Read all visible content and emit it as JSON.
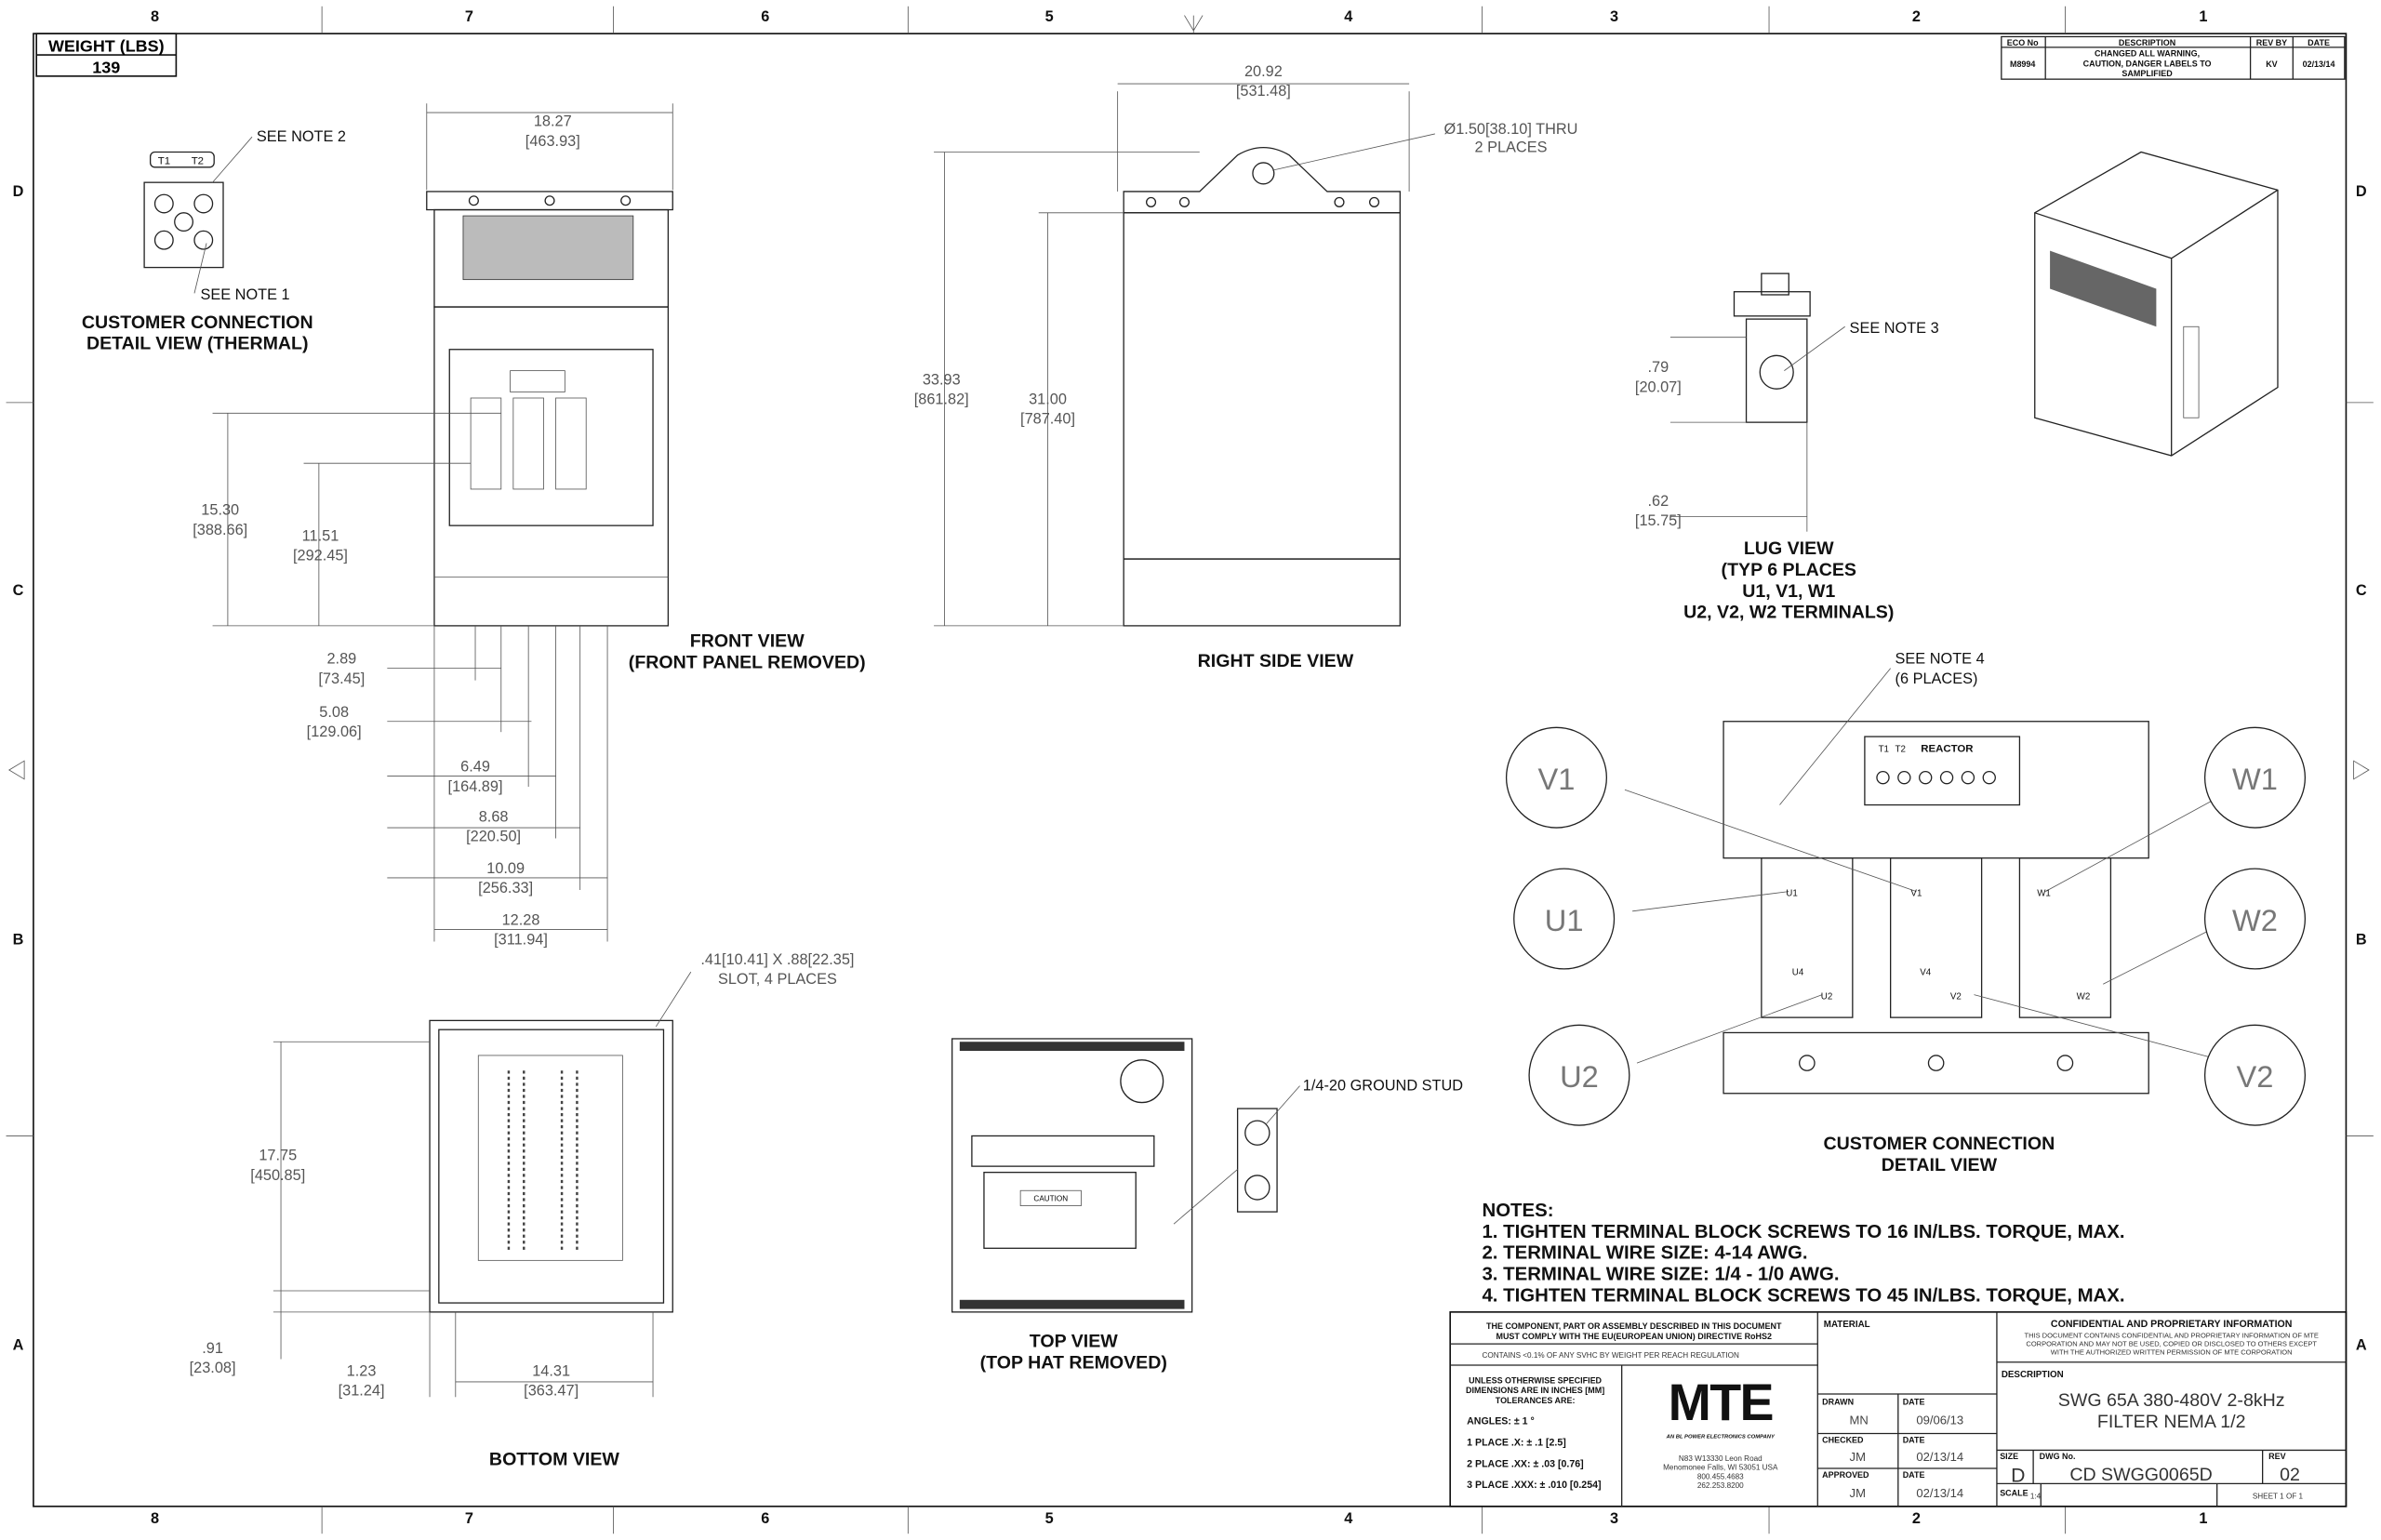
{
  "weight": {
    "label": "WEIGHT (LBS)",
    "value": "139"
  },
  "zones": {
    "columns": [
      "8",
      "7",
      "6",
      "5",
      "4",
      "3",
      "2",
      "1"
    ],
    "rows": [
      "D",
      "C",
      "B",
      "A"
    ]
  },
  "revision": {
    "headers": [
      "ECO No",
      "DESCRIPTION",
      "REV BY",
      "DATE"
    ],
    "row": {
      "eco": "M8994",
      "description": [
        "CHANGED ALL WARNING,",
        "CAUTION, DANGER LABELS TO",
        "SAMPLIFIED"
      ],
      "rev_by": "KV",
      "date": "02/13/14"
    }
  },
  "views": {
    "thermal_detail": {
      "title": [
        "CUSTOMER CONNECTION",
        "DETAIL VIEW (THERMAL)"
      ],
      "t1": "T1",
      "t2": "T2",
      "note2": "SEE NOTE 2",
      "note1": "SEE NOTE 1"
    },
    "front": {
      "title": [
        "FRONT VIEW",
        "(FRONT PANEL REMOVED)"
      ]
    },
    "right_side": {
      "title": "RIGHT SIDE VIEW",
      "hole_note": [
        "Ø1.50[38.10] THRU",
        "2 PLACES"
      ]
    },
    "lug": {
      "title": [
        "LUG VIEW",
        "(TYP 6 PLACES",
        "U1, V1, W1",
        "U2, V2, W2 TERMINALS)"
      ],
      "note3": "SEE NOTE 3"
    },
    "customer_detail": {
      "title": [
        "CUSTOMER CONNECTION",
        "DETAIL VIEW"
      ],
      "note4": [
        "SEE NOTE 4",
        "(6 PLACES)"
      ],
      "terminal_block": {
        "t1": "T1",
        "t2": "T2",
        "reactor": "REACTOR"
      },
      "callouts": [
        "V1",
        "W1",
        "U1",
        "W2",
        "U2",
        "V2"
      ],
      "small_labels": [
        "U1",
        "V1",
        "W1",
        "U4",
        "V4",
        "U2",
        "V2",
        "W2"
      ]
    },
    "bottom": {
      "title": "BOTTOM VIEW",
      "slot_note": [
        ".41[10.41] X .88[22.35]",
        "SLOT, 4 PLACES"
      ]
    },
    "top": {
      "title": [
        "TOP VIEW",
        "(TOP HAT REMOVED)"
      ],
      "ground_stud": "1/4-20 GROUND STUD",
      "caution": "CAUTION"
    }
  },
  "dimensions": {
    "front_width": [
      "18.27",
      "[463.93]"
    ],
    "side_width": [
      "20.92",
      "[531.48]"
    ],
    "overall_height": [
      "33.93",
      "[861.82]"
    ],
    "side_height": [
      "31.00",
      "[787.40]"
    ],
    "front_h1": [
      "15.30",
      "[388.66]"
    ],
    "front_h2": [
      "11.51",
      "[292.45]"
    ],
    "lug_h1": [
      ".79",
      "[20.07]"
    ],
    "lug_h2": [
      ".62",
      "[15.75]"
    ],
    "x1": [
      "2.89",
      "[73.45]"
    ],
    "x2": [
      "5.08",
      "[129.06]"
    ],
    "x3": [
      "6.49",
      "[164.89]"
    ],
    "x4": [
      "8.68",
      "[220.50]"
    ],
    "x5": [
      "10.09",
      "[256.33]"
    ],
    "x6": [
      "12.28",
      "[311.94]"
    ],
    "bottom_depth": [
      "17.75",
      "[450.85]"
    ],
    "bottom_offset": [
      ".91",
      "[23.08]"
    ],
    "bottom_x1": [
      "1.23",
      "[31.24]"
    ],
    "bottom_width": [
      "14.31",
      "[363.47]"
    ]
  },
  "notes": {
    "title": "NOTES:",
    "items": [
      "1.  TIGHTEN TERMINAL BLOCK SCREWS TO 16 IN/LBS. TORQUE, MAX.",
      "2.  TERMINAL WIRE SIZE: 4-14 AWG.",
      "3.  TERMINAL WIRE SIZE: 1/4 - 1/0 AWG.",
      "4.  TIGHTEN TERMINAL BLOCK SCREWS TO 45 IN/LBS. TORQUE, MAX."
    ]
  },
  "title_block": {
    "rohs": [
      "THE COMPONENT, PART OR ASSEMBLY DESCRIBED IN THIS DOCUMENT",
      "MUST COMPLY WITH THE EU(EUROPEAN UNION) DIRECTIVE RoHS2"
    ],
    "reach": "CONTAINS <0.1% OF ANY SVHC BY WEIGHT PER REACH REGULATION",
    "tolerances": [
      "UNLESS OTHERWISE SPECIFIED",
      "DIMENSIONS ARE IN INCHES [MM]",
      "TOLERANCES ARE:"
    ],
    "angles": "ANGLES: ± 1 °",
    "place1": "1 PLACE .X: ± .1 [2.5]",
    "place2": "2 PLACE .XX: ± .03 [0.76]",
    "place3": "3 PLACE .XXX: ± .010 [0.254]",
    "logo": "MTE",
    "logo_sub": "AN BL POWER ELECTRONICS COMPANY",
    "address": [
      "N83 W13330 Leon Road",
      "Menomonee Falls, WI 53051 USA",
      "800.455.4683",
      "262.253.8200"
    ],
    "material_label": "MATERIAL",
    "drawn_label": "DRAWN",
    "drawn": "MN",
    "drawn_date": "09/06/13",
    "checked_label": "CHECKED",
    "checked": "JM",
    "checked_date": "02/13/14",
    "approved_label": "APPROVED",
    "approved": "JM",
    "approved_date": "02/13/14",
    "date_label": "DATE",
    "confidential_title": "CONFIDENTIAL AND PROPRIETARY INFORMATION",
    "confidential": [
      "THIS DOCUMENT CONTAINS CONFIDENTIAL AND PROPRIETARY INFORMATION OF MTE",
      "CORPORATION AND MAY NOT BE USED, COPIED OR DISCLOSED TO OTHERS EXCEPT",
      "WITH THE AUTHORIZED WRITTEN PERMISSION OF MTE CORPORATION"
    ],
    "description_label": "DESCRIPTION",
    "description": [
      "SWG 65A 380-480V 2-8kHz",
      "FILTER NEMA 1/2"
    ],
    "size_label": "SIZE",
    "size": "D",
    "dwg_label": "DWG No.",
    "dwg": "CD SWGG0065D",
    "rev_label": "REV",
    "rev": "02",
    "scale_label": "SCALE",
    "scale": "1:4",
    "sheet": "SHEET 1  OF 1"
  }
}
